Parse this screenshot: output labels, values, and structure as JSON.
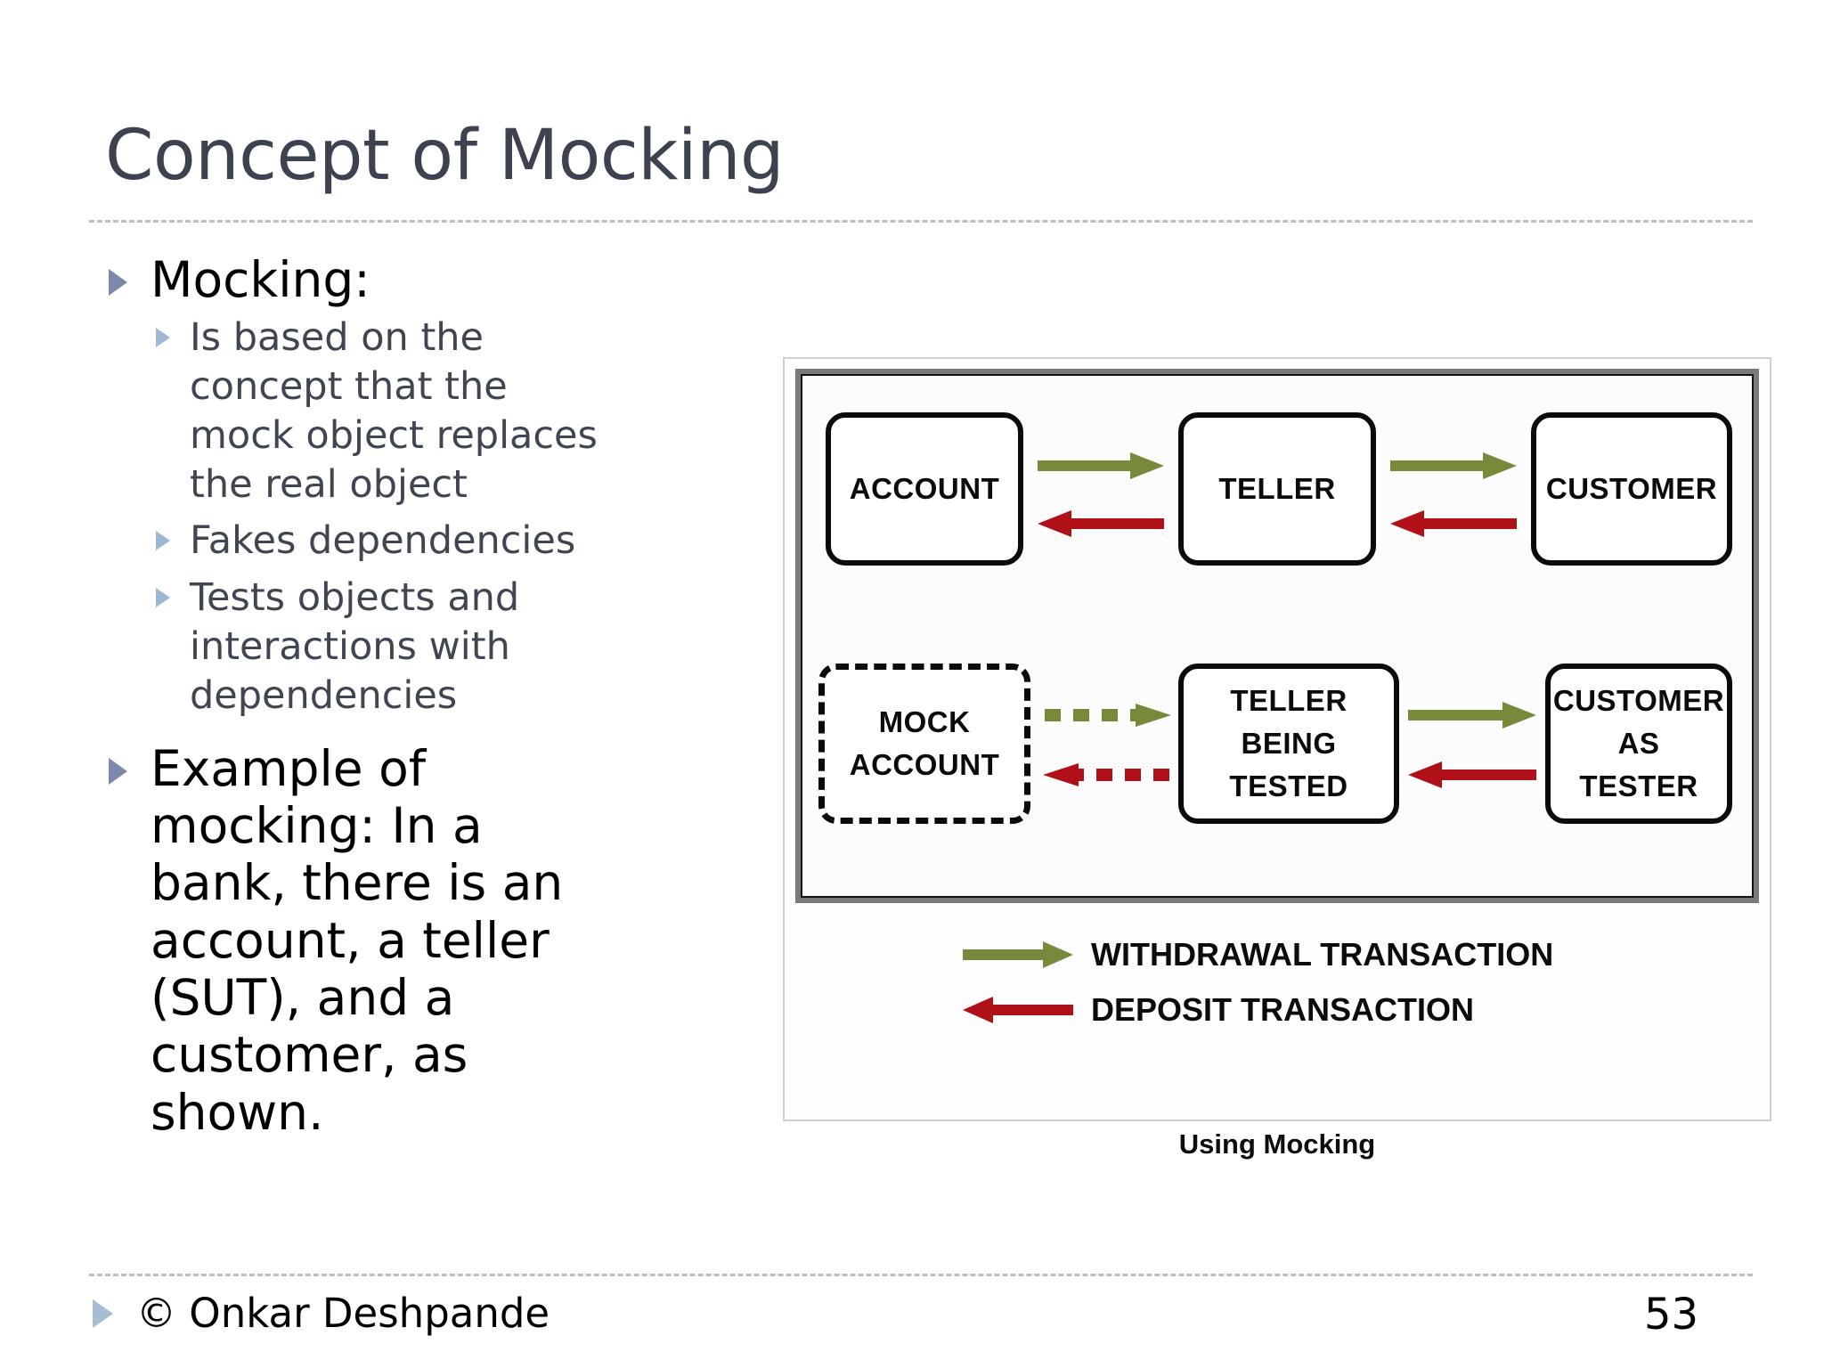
{
  "slide": {
    "title": "Concept of Mocking",
    "page_number": "53",
    "footer_text": "© Onkar Deshpande"
  },
  "content": {
    "bullet1": "Mocking:",
    "sub_bullets": [
      "Is based on the concept that the mock object replaces the real object",
      "Fakes dependencies",
      "Tests objects and interactions with dependencies"
    ],
    "bullet2": "Example of mocking: In a bank, there is an account, a teller (SUT), and a customer, as shown."
  },
  "figure": {
    "caption": "Using Mocking",
    "colors": {
      "withdrawal_arrow": "#77893b",
      "deposit_arrow": "#b01118",
      "node_border": "#0b0b0b",
      "frame": "#7a7a7a"
    },
    "top_row": [
      {
        "label": "ACCOUNT"
      },
      {
        "label": "TELLER"
      },
      {
        "label": "CUSTOMER"
      }
    ],
    "bottom_row": [
      {
        "line1": "MOCK",
        "line2": "ACCOUNT",
        "style": "dashed"
      },
      {
        "line1": "TELLER",
        "line2": "BEING TESTED",
        "style": "solid"
      },
      {
        "line1": "CUSTOMER AS",
        "line2": "TESTER",
        "style": "solid"
      }
    ],
    "legend": [
      {
        "label": "WITHDRAWAL TRANSACTION",
        "direction": "right",
        "color": "#77893b"
      },
      {
        "label": "DEPOSIT TRANSACTION",
        "direction": "left",
        "color": "#b01118"
      }
    ]
  }
}
